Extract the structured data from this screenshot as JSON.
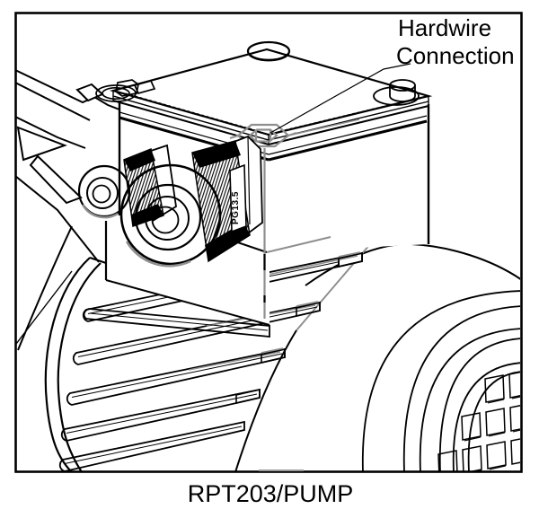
{
  "figure": {
    "type": "technical-line-drawing",
    "subject": "pump motor with electrical junction box and cable glands",
    "annotation": {
      "line1": "Hardwire",
      "line2": "Connection"
    },
    "caption": "RPT203/PUMP",
    "gland_label": "PG13.5",
    "colors": {
      "line": "#000000",
      "hidden_line": "#8f8f8f",
      "background": "#ffffff"
    }
  }
}
